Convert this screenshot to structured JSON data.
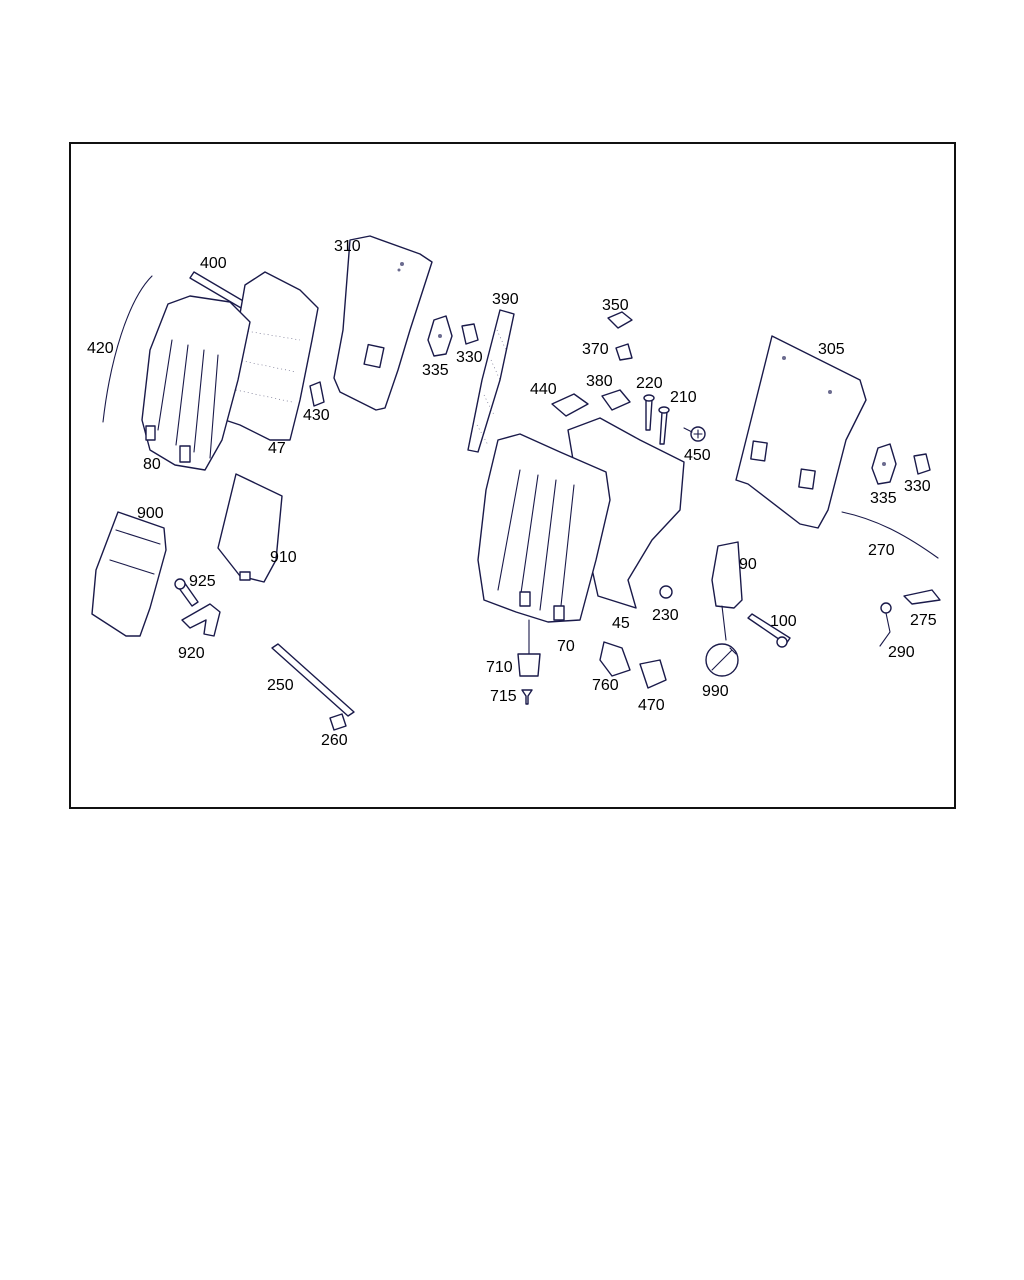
{
  "diagram": {
    "line_color": "#1a1a4a",
    "frame_color": "#111111",
    "callouts": {
      "c420": "420",
      "c400": "400",
      "c80": "80",
      "c47": "47",
      "c310": "310",
      "c430": "430",
      "c335a": "335",
      "c330a": "330",
      "c390": "390",
      "c350": "350",
      "c370": "370",
      "c440": "440",
      "c380": "380",
      "c220": "220",
      "c210": "210",
      "c450": "450",
      "c305": "305",
      "c335b": "335",
      "c330b": "330",
      "c270": "270",
      "c275": "275",
      "c290": "290",
      "c900": "900",
      "c925": "925",
      "c920": "920",
      "c910": "910",
      "c250": "250",
      "c260": "260",
      "c710": "710",
      "c715": "715",
      "c70": "70",
      "c45": "45",
      "c230": "230",
      "c760": "760",
      "c470": "470",
      "c90": "90",
      "c100": "100",
      "c990": "990"
    }
  }
}
